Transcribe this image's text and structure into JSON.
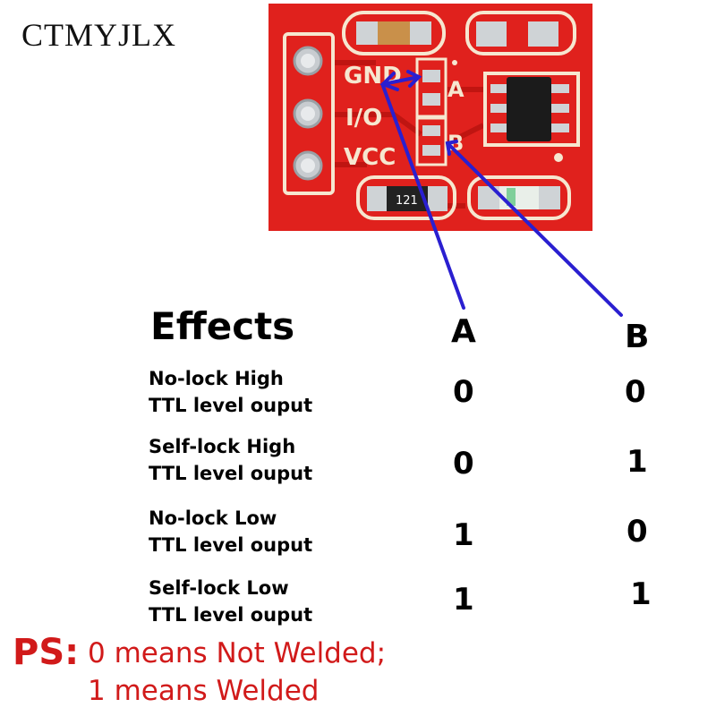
{
  "brand": "CTMYJLX",
  "pcb": {
    "pin_labels": [
      "GND",
      "I/O",
      "VCC"
    ],
    "pad_labels": [
      "A",
      "B"
    ],
    "resistor_code": "121",
    "colors": {
      "board": "#e0211d",
      "silkscreen": "#f6e7d0",
      "arrow": "#2a1fd0",
      "chip": "#1b1b1b",
      "pad": "#cfd3d6"
    }
  },
  "table": {
    "header": {
      "effects": "Effects",
      "col_a": "A",
      "col_b": "B"
    },
    "rows": [
      {
        "line1": "No-lock High",
        "line2": "TTL level ouput",
        "a": "0",
        "b": "0"
      },
      {
        "line1": "Self-lock High",
        "line2": "TTL level ouput",
        "a": "0",
        "b": "1"
      },
      {
        "line1": "No-lock Low",
        "line2": "TTL level ouput",
        "a": "1",
        "b": "0"
      },
      {
        "line1": "Self-lock Low",
        "line2": "TTL level ouput",
        "a": "1",
        "b": "1"
      }
    ]
  },
  "note": {
    "tag": "PS:",
    "line1": "0 means Not Welded;",
    "line2": "1 means Welded",
    "color": "#d11a1a"
  }
}
